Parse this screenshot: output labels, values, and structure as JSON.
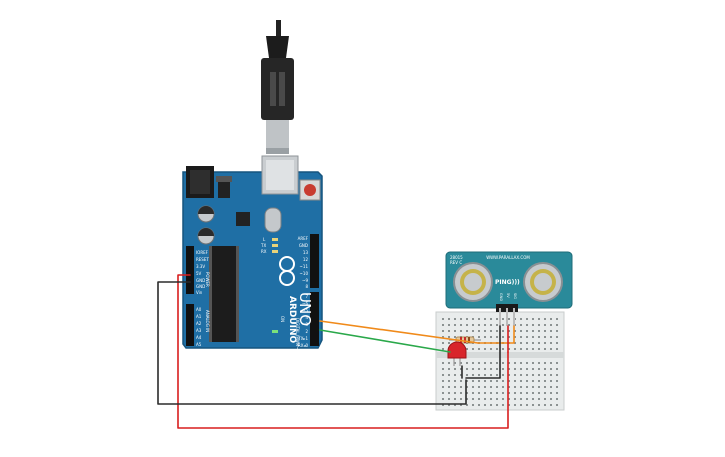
{
  "board": {
    "brand": "ARDUINO",
    "model": "UNO",
    "pin_header_left": [
      "IOREF",
      "RESET",
      "3.3V",
      "5V",
      "GND",
      "GND",
      "Vin"
    ],
    "analog_header": [
      "A0",
      "A1",
      "A2",
      "A3",
      "A4",
      "A5"
    ],
    "analog_label": "ANALOG IN",
    "power_label": "POWER",
    "digital_top": [
      "AREF",
      "GND",
      "13",
      "12",
      "~11",
      "~10",
      "~9",
      "8"
    ],
    "digital_bottom": [
      "7",
      "~6",
      "~5",
      "4",
      "~3",
      "2",
      "TX▸1",
      "RX◂0"
    ],
    "digital_label": "DIGITAL (PWM~)",
    "led_labels": [
      "L",
      "TX",
      "RX"
    ],
    "on_label": "ON"
  },
  "sensor": {
    "model": "28015",
    "rev": "REV C",
    "url": "WWW.PARALLAX.COM",
    "name": "PING)))",
    "pins": [
      "GND",
      "5V",
      "SIG"
    ]
  },
  "colors": {
    "board": "#1f6fa5",
    "sensor": "#2a8a9a",
    "wire_orange": "#f08a1a",
    "wire_green": "#2aa84a",
    "wire_red": "#d81e1e",
    "wire_black": "#2b2b2b",
    "led": "#d8252b",
    "breadboard": "#e9ecec"
  },
  "icons": {
    "usb_cable": "usb-cable-icon",
    "led": "led-icon",
    "resistor": "resistor-icon"
  }
}
